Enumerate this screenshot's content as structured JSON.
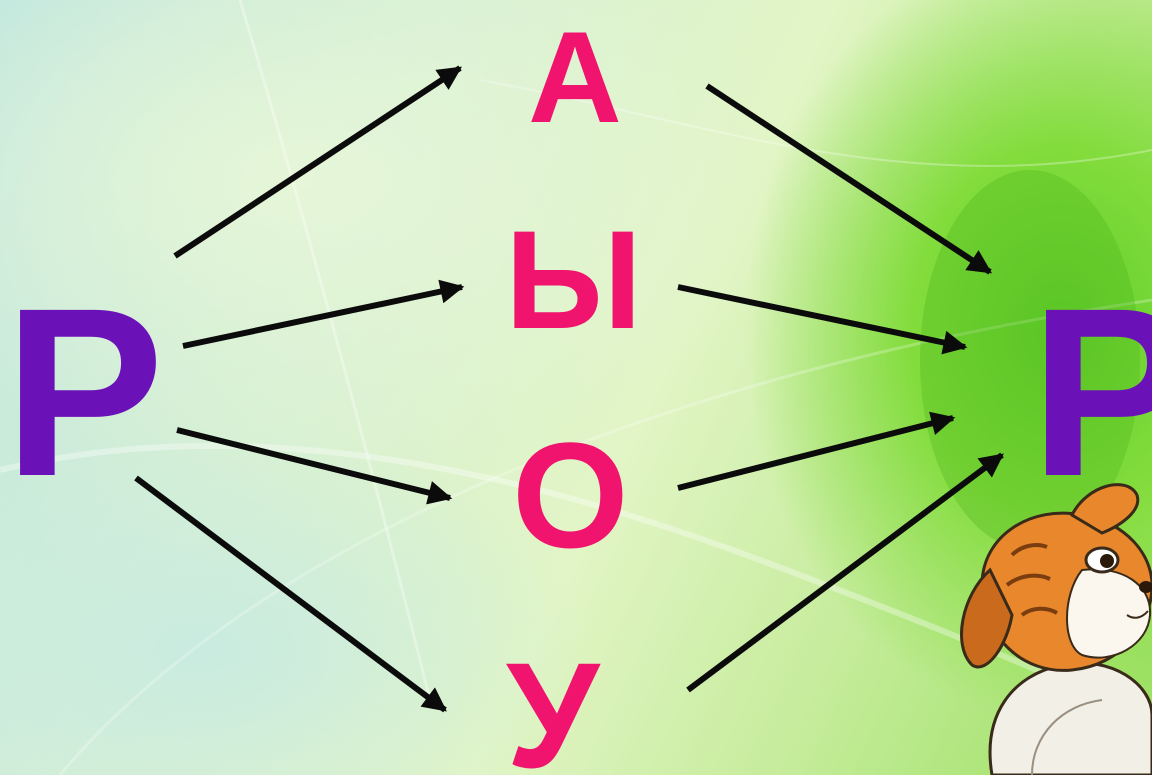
{
  "colors": {
    "consonant": "#6a12b8",
    "vowel": "#f0146e",
    "arrow": "#0b0b0b"
  },
  "diagram": {
    "left_consonant": "Р",
    "right_consonant": "Р",
    "vowels": [
      "А",
      "Ы",
      "О",
      "У"
    ]
  },
  "illustration": {
    "icon": "puppy-illustration-icon"
  }
}
